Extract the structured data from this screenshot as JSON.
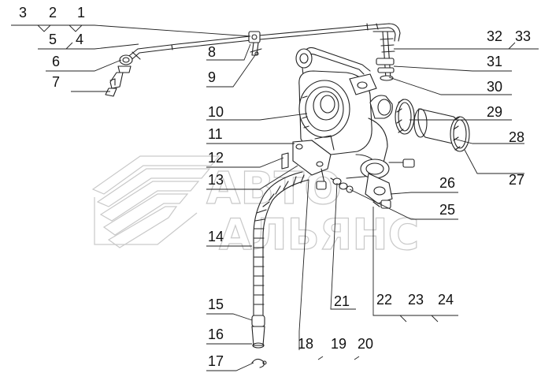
{
  "watermark": {
    "line1": "АВТО",
    "line2": "АЛЬЯНС"
  },
  "callouts": [
    {
      "id": "c3",
      "text": "3"
    },
    {
      "id": "c2",
      "text": "2"
    },
    {
      "id": "c1",
      "text": "1"
    },
    {
      "id": "c5",
      "text": "5"
    },
    {
      "id": "c4",
      "text": "4"
    },
    {
      "id": "c6",
      "text": "6"
    },
    {
      "id": "c7",
      "text": "7"
    },
    {
      "id": "c8",
      "text": "8"
    },
    {
      "id": "c9",
      "text": "9"
    },
    {
      "id": "c10",
      "text": "10"
    },
    {
      "id": "c11",
      "text": "11"
    },
    {
      "id": "c12",
      "text": "12"
    },
    {
      "id": "c13",
      "text": "13"
    },
    {
      "id": "c14",
      "text": "14"
    },
    {
      "id": "c15",
      "text": "15"
    },
    {
      "id": "c16",
      "text": "16"
    },
    {
      "id": "c17",
      "text": "17"
    },
    {
      "id": "c18",
      "text": "18"
    },
    {
      "id": "c19",
      "text": "19"
    },
    {
      "id": "c20",
      "text": "20"
    },
    {
      "id": "c21",
      "text": "21"
    },
    {
      "id": "c22",
      "text": "22"
    },
    {
      "id": "c23",
      "text": "23"
    },
    {
      "id": "c24",
      "text": "24"
    },
    {
      "id": "c25",
      "text": "25"
    },
    {
      "id": "c26",
      "text": "26"
    },
    {
      "id": "c27",
      "text": "27"
    },
    {
      "id": "c28",
      "text": "28"
    },
    {
      "id": "c29",
      "text": "29"
    },
    {
      "id": "c30",
      "text": "30"
    },
    {
      "id": "c31",
      "text": "31"
    },
    {
      "id": "c32",
      "text": "32"
    },
    {
      "id": "c33",
      "text": "33"
    }
  ]
}
